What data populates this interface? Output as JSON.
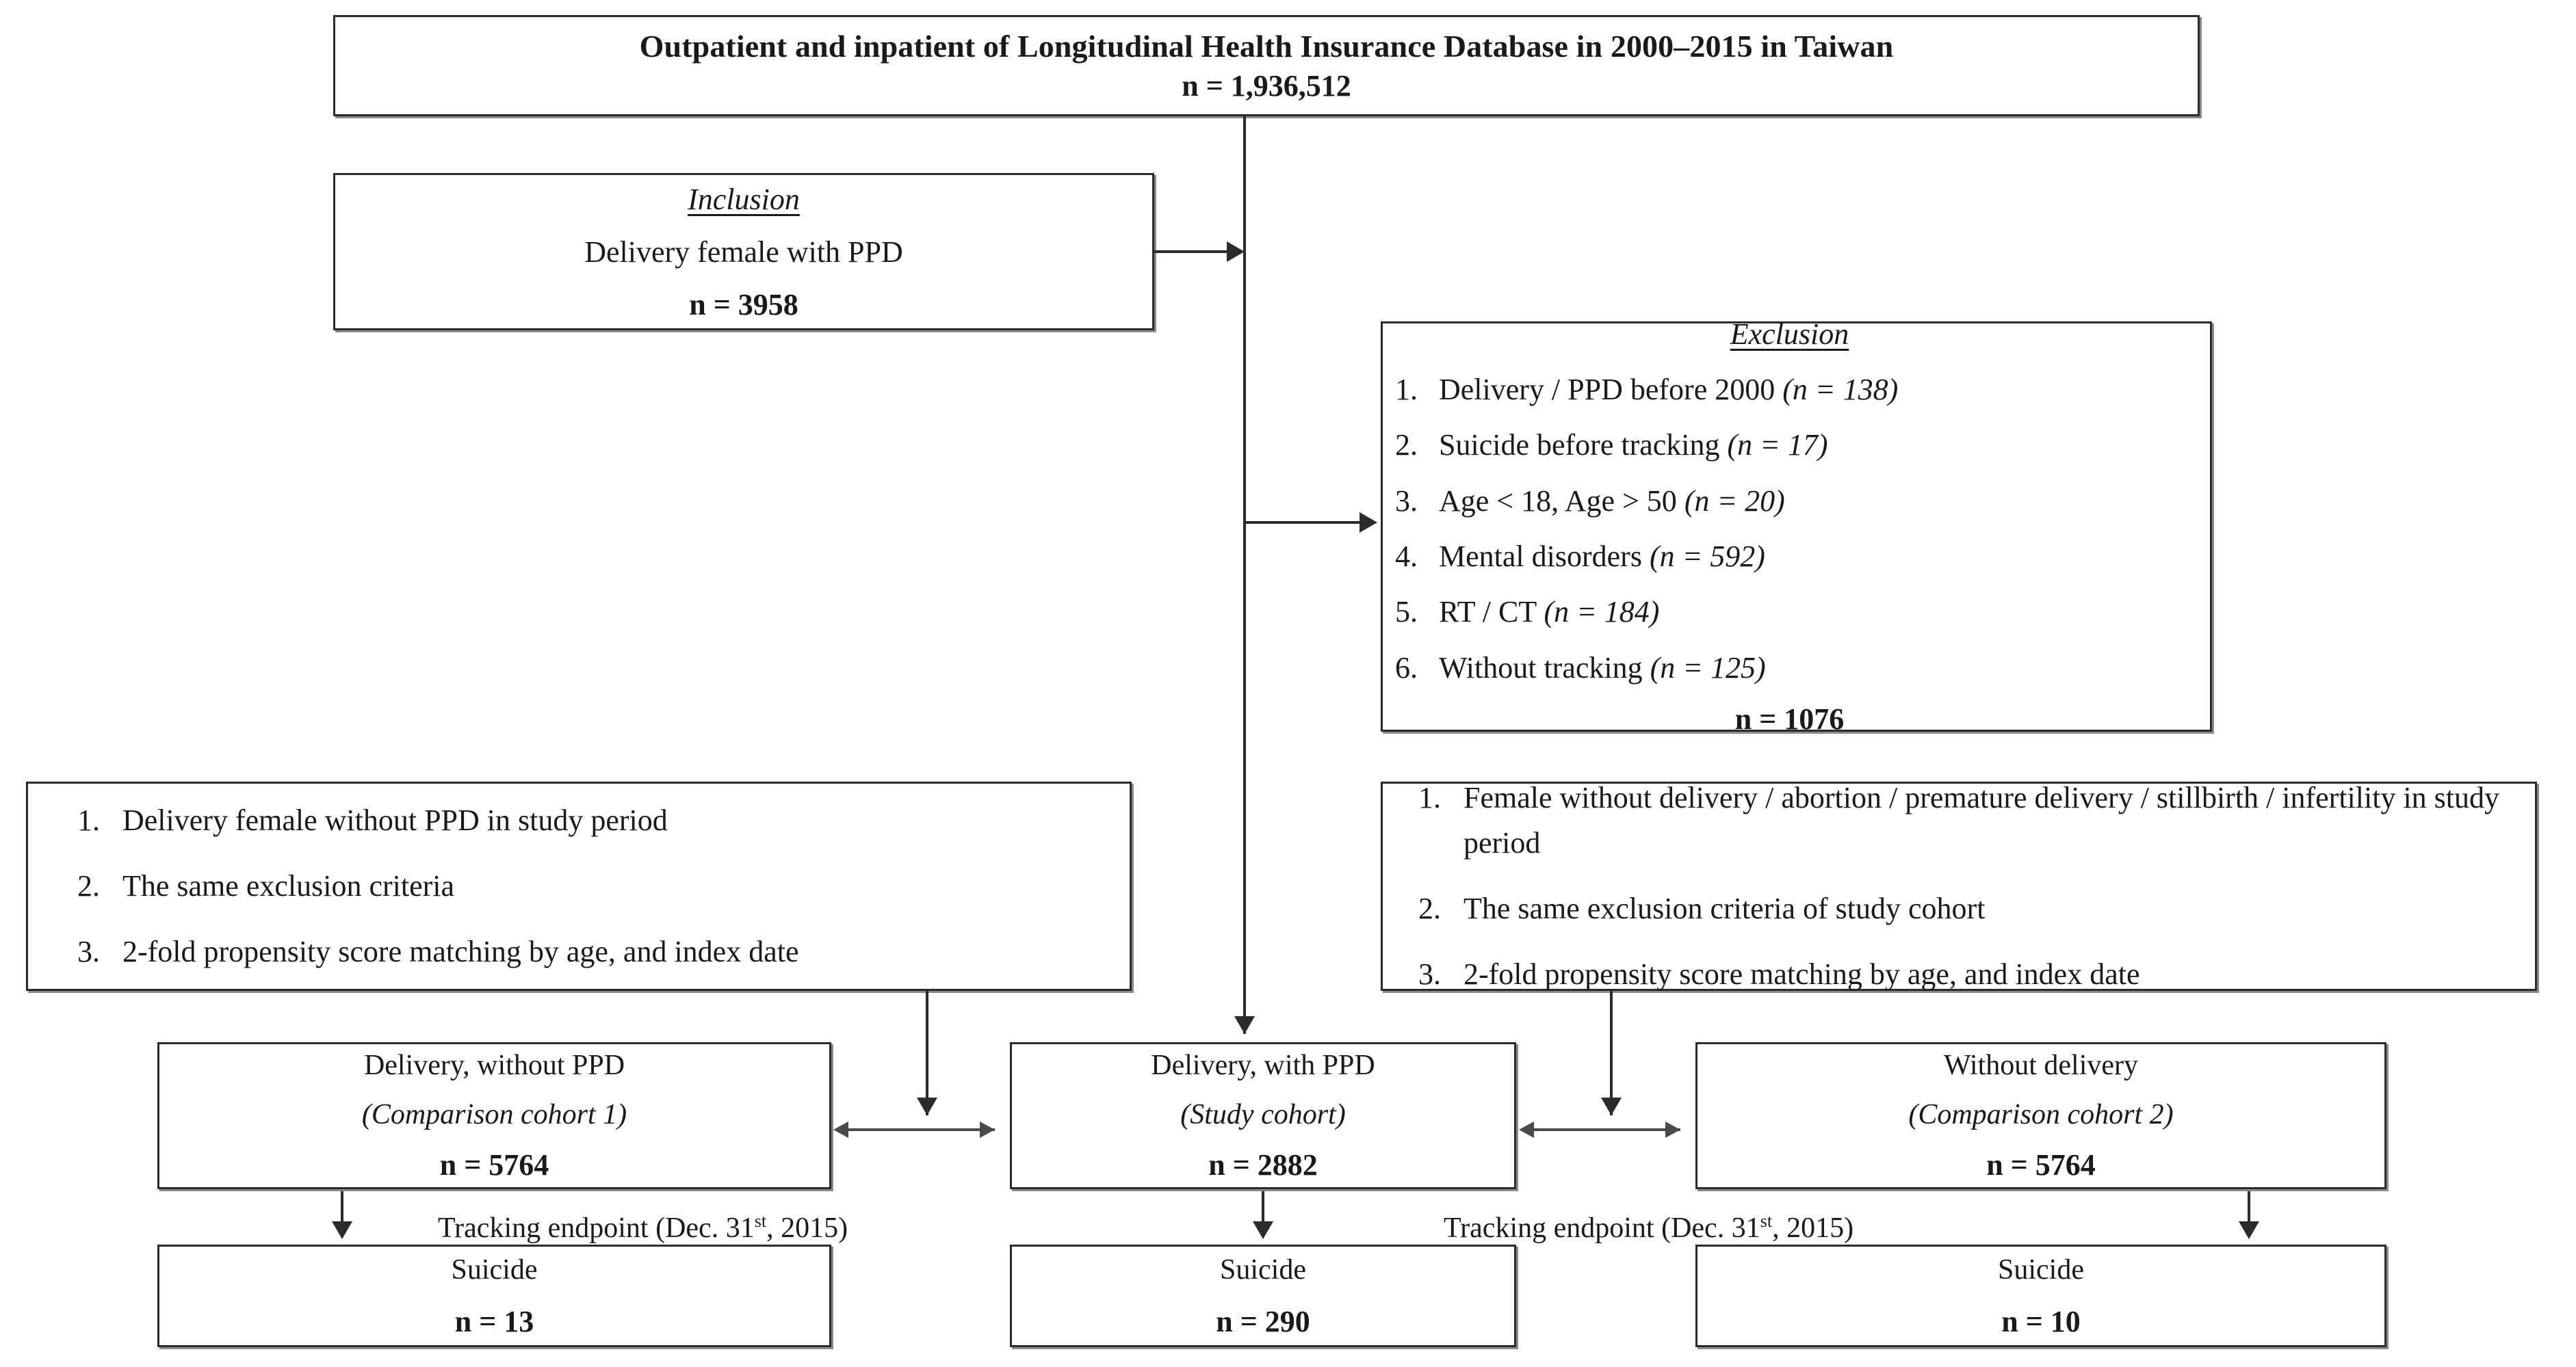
{
  "diagram": {
    "title_box": {
      "title": "Outpatient and inpatient of Longitudinal Health Insurance Database in 2000–2015 in Taiwan",
      "n": "n = 1,936,512"
    },
    "inclusion_box": {
      "heading": "Inclusion",
      "line1": "Delivery female with PPD",
      "n": "n = 3958"
    },
    "exclusion_box": {
      "heading": "Exclusion",
      "items": [
        {
          "text": "Delivery / PPD before 2000 ",
          "count": "(n = 138)"
        },
        {
          "text": "Suicide before tracking ",
          "count": "(n = 17)"
        },
        {
          "text": "Age < 18, Age > 50 ",
          "count": "(n = 20)"
        },
        {
          "text": "Mental disorders ",
          "count": "(n = 592)"
        },
        {
          "text": "RT / CT ",
          "count": "(n = 184)"
        },
        {
          "text": "Without tracking ",
          "count": "(n = 125)"
        }
      ],
      "n": "n = 1076"
    },
    "left_criteria_box": {
      "items": [
        "Delivery female without PPD in study period",
        "The same exclusion criteria",
        "2-fold propensity score matching by age, and index date"
      ]
    },
    "right_criteria_box": {
      "items": [
        "Female without delivery / abortion / premature delivery / stillbirth / infertility in study period",
        "The same exclusion criteria of study cohort",
        "2-fold propensity score matching by age, and index date"
      ]
    },
    "cohorts": [
      {
        "label": "Delivery, without PPD",
        "role": "(Comparison cohort 1)",
        "n": "n = 5764"
      },
      {
        "label": "Delivery, with PPD",
        "role": "(Study cohort)",
        "n": "n = 2882"
      },
      {
        "label": "Without delivery",
        "role": "(Comparison cohort 2)",
        "n": "n = 5764"
      }
    ],
    "tracking_labels": {
      "left": {
        "prefix": "Tracking endpoint (Dec. 31",
        "sup": "st",
        "suffix": ", 2015)"
      },
      "right": {
        "prefix": "Tracking endpoint (Dec. 31",
        "sup": "st",
        "suffix": ", 2015)"
      }
    },
    "outcomes": [
      {
        "label": "Suicide",
        "n": "n = 13"
      },
      {
        "label": "Suicide",
        "n": "n = 290"
      },
      {
        "label": "Suicide",
        "n": "n = 10"
      }
    ],
    "colors": {
      "line": "#2b2b2b",
      "shadow": "#8a8a8a",
      "text": "#1a1a1a",
      "background": "#ffffff"
    }
  }
}
